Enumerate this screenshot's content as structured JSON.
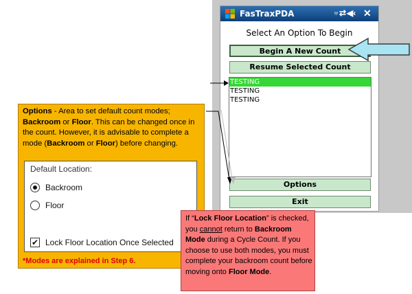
{
  "device": {
    "app_title": "FasTraxPDA",
    "heading": "Select An Option To Begin",
    "buttons": {
      "begin": "Begin A New Count",
      "resume": "Resume Selected Count",
      "options": "Options",
      "exit": "Exit"
    },
    "count_list": [
      "TESTING",
      "TESTING",
      "TESTING"
    ],
    "colors": {
      "button_bg": "#c9e8cb",
      "selected_row": "#37d637",
      "titlebar": "#0d3f7a"
    }
  },
  "options_callout": {
    "intro_bold": "Options",
    "intro": " - Area to set default count modes; ",
    "backroom": "Backroom",
    "or": " or ",
    "floor": "Floor",
    "rest1": ". This can be changed once in the count. However, it is advisable to complete a mode (",
    "backroom2": "Backroom",
    "or2": " or ",
    "floor2": "Floor",
    "rest2": ") before changing.",
    "default_location_label": "Default Location:",
    "radio_backroom": "Backroom",
    "radio_floor": "Floor",
    "lock_label": "Lock Floor Location Once Selected",
    "modes_note": "*Modes are explained in Step 6.",
    "bg_color": "#f7b500"
  },
  "lock_callout": {
    "p1": "If “",
    "lock_bold": "Lock Floor Location",
    "p2": "” is checked, you ",
    "cannot": "cannot",
    "p3": " return to ",
    "backroom_mode": "Backroom Mode",
    "p4": " during a Cycle Count. If you choose to use both modes, you must complete your backroom count before moving onto ",
    "floor_mode": "Floor Mode",
    "p5": ".",
    "bg_color": "#fa7878"
  }
}
